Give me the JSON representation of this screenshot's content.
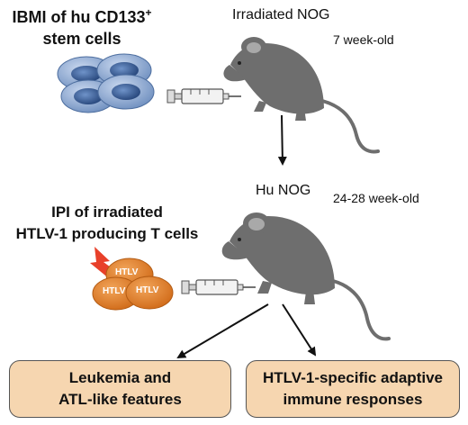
{
  "step1": {
    "procedure_line1": "IBMI of hu CD133",
    "procedure_sup": "+",
    "procedure_line2": "stem cells",
    "mouse_label": "Irradiated NOG",
    "age": "7 week-old"
  },
  "step2": {
    "procedure_line1": "IPI of irradiated",
    "procedure_line2": "HTLV-1 producing T cells",
    "mouse_label": "Hu NOG",
    "age": "24-28 week-old",
    "cell_labels": [
      "HTLV",
      "HTLV",
      "HTLV"
    ]
  },
  "outcomes": [
    {
      "line1": "Leukemia and",
      "line2": "ATL-like features"
    },
    {
      "line1": "HTLV-1-specific adaptive",
      "line2": "immune responses"
    }
  ],
  "colors": {
    "mouse": "#6e6e6e",
    "stem_cell": "#6f8fbf",
    "stem_cell_nucleus": "#2e4f86",
    "htlv_cell": "#e07a22",
    "lightning": "#e8402a",
    "outcome_box": "#f6d6b0"
  }
}
